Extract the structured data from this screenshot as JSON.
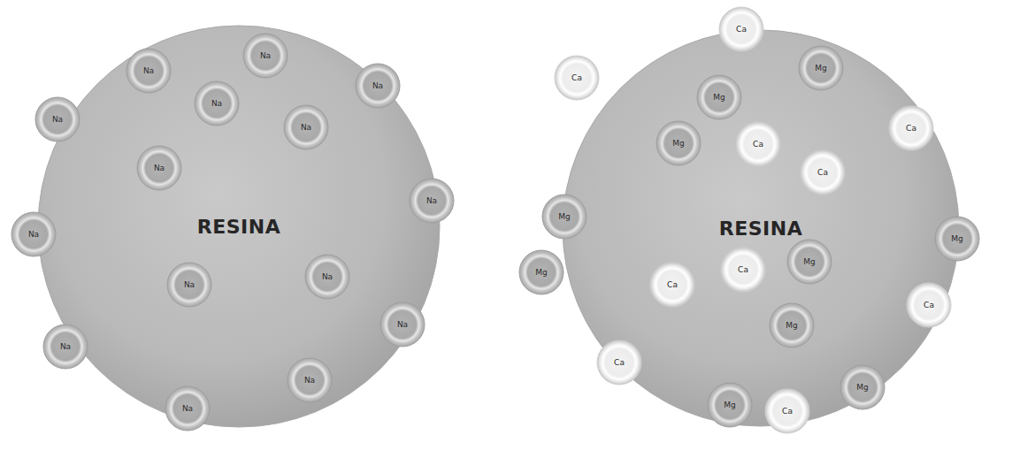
{
  "diagram": {
    "nodes": [
      {
        "text": [
          "RESINA"
        ]
      },
      {
        "text": [
          "Na"
        ],
        "in": 0
      },
      {
        "text": [
          "Na"
        ],
        "in": 0
      },
      {
        "text": [
          "Na"
        ],
        "in": 0
      },
      {
        "text": [
          "Na"
        ],
        "in": 0
      },
      {
        "text": [
          "Na"
        ],
        "in": 0
      },
      {
        "text": [
          "Na"
        ],
        "in": 0
      },
      {
        "text": [
          "Na"
        ],
        "in": 0
      },
      {
        "text": [
          "Na"
        ],
        "in": 0
      },
      {
        "text": [
          "Na"
        ],
        "in": 0
      },
      {
        "text": [
          "Na"
        ],
        "in": 0
      },
      {
        "text": [
          "Na"
        ],
        "in": 0
      },
      {
        "text": [
          "Na"
        ],
        "in": 0
      },
      {
        "text": [
          "Na"
        ],
        "in": 0
      },
      {
        "text": [
          "Na"
        ],
        "in": 0
      },
      {
        "text": [
          "Na"
        ],
        "in": 0
      },
      {
        "text": [
          "RESINA"
        ]
      },
      {
        "text": [
          "Ca"
        ],
        "in": 16
      },
      {
        "text": [
          "Mg"
        ],
        "in": 16
      },
      {
        "text": [
          "Ca"
        ],
        "in": 16
      },
      {
        "text": [
          "Mg"
        ],
        "in": 16
      },
      {
        "text": [
          "Ca"
        ],
        "in": 16
      },
      {
        "text": [
          "Mg"
        ],
        "in": 16
      },
      {
        "text": [
          "Ca"
        ],
        "in": 16
      },
      {
        "text": [
          "Ca"
        ],
        "in": 16
      },
      {
        "text": [
          "Mg"
        ],
        "in": 16
      },
      {
        "text": [
          "Mg"
        ],
        "in": 16
      },
      {
        "text": [
          "Mg"
        ],
        "in": 16
      },
      {
        "text": [
          "Ca"
        ],
        "in": 16
      },
      {
        "text": [
          "Mg"
        ],
        "in": 16
      },
      {
        "text": [
          "Ca"
        ],
        "in": 16
      },
      {
        "text": [
          "Ca"
        ],
        "in": 16
      },
      {
        "text": [
          "Mg"
        ],
        "in": 16
      },
      {
        "text": [
          "Ca"
        ],
        "in": 16
      },
      {
        "text": [
          "Mg"
        ],
        "in": 16
      },
      {
        "text": [
          "Mg"
        ],
        "in": 16
      },
      {
        "text": [
          "Ca"
        ],
        "in": 16
      }
    ]
  }
}
